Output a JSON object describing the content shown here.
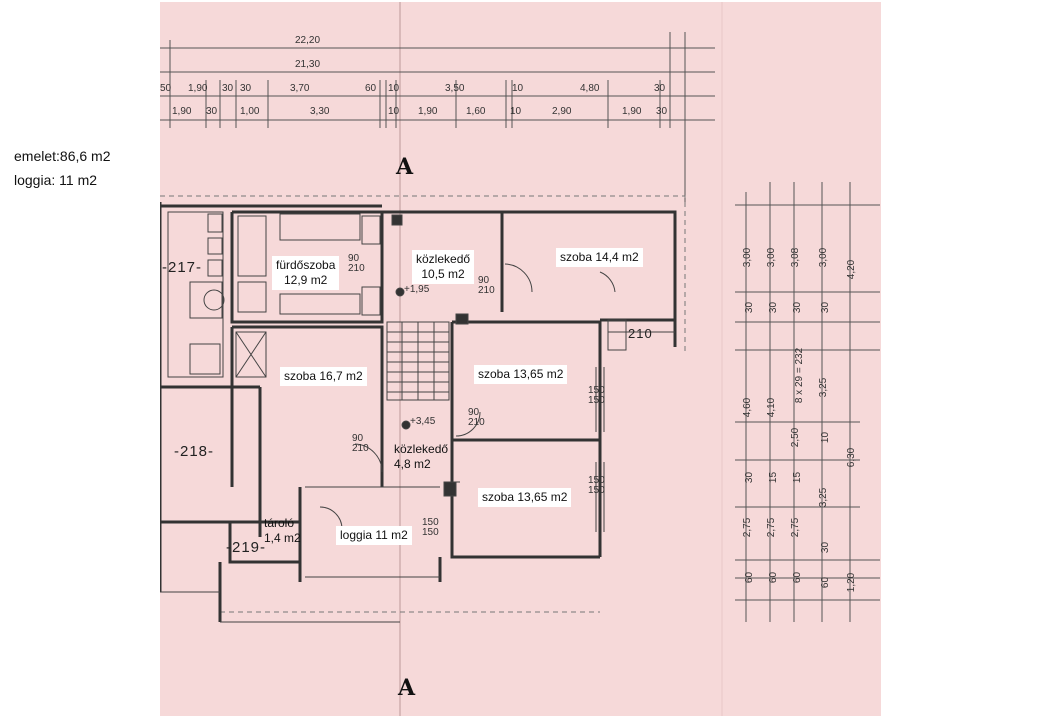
{
  "summary": {
    "floor_area": "emelet:86,6 m2",
    "loggia_area": "loggia: 11 m2"
  },
  "rooms": {
    "bathroom_name": "fürdőszoba",
    "bathroom_area": "12,9 m2",
    "hall_top_name": "közlekedő",
    "hall_top_area": "10,5 m2",
    "room_ne": "szoba 14,4 m2",
    "room_w": "szoba 16,7 m2",
    "room_c1": "szoba 13,65 m2",
    "hall_low_name": "közlekedő",
    "hall_low_area": "4,8 m2",
    "room_c2": "szoba 13,65 m2",
    "storage_name": "tároló",
    "storage_area": "1,4 m2",
    "loggia": "loggia 11 m2"
  },
  "room_numbers": {
    "r217": "-217-",
    "r218": "-218-",
    "r219": "-219-",
    "r210": "210"
  },
  "section_marks": {
    "top": "A",
    "bottom": "A"
  },
  "dimensions": {
    "total_1": "22,20",
    "total_2": "21,30",
    "row3": [
      "50",
      "1,90",
      "30",
      "30",
      "3,70",
      "60",
      "10",
      "3,50",
      "10",
      "4,80",
      "30"
    ],
    "row4": [
      "1,90",
      "30",
      "1,00",
      "3,30",
      "10",
      "1,90",
      "1,60",
      "10",
      "2,90",
      "1,90",
      "30"
    ],
    "levels": [
      "+1,95",
      "+3,45"
    ],
    "right_col_1": [
      "3,00",
      "30",
      "4,60",
      "30",
      "2,75",
      "60"
    ],
    "right_col_2": [
      "3,00",
      "30",
      "4,10",
      "15",
      "2,75",
      "60"
    ],
    "right_col_3": [
      "3,08",
      "30",
      "2,50",
      "15",
      "2,75",
      "60"
    ],
    "right_col_4": [
      "3,00",
      "30",
      "3,25",
      "10",
      "3,25",
      "30",
      "60"
    ],
    "right_col_5": [
      "4,20",
      "6,30",
      "1,20"
    ],
    "stair": "8 x 29 = 232",
    "door_90_210": [
      "90",
      "210"
    ],
    "window_150": [
      "150",
      "150"
    ]
  }
}
